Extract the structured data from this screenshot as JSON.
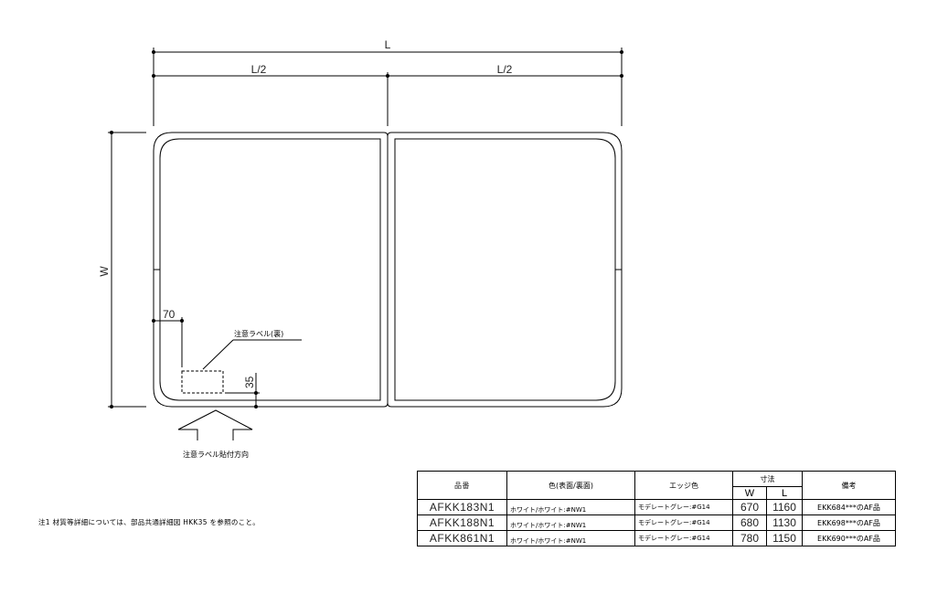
{
  "dimensions": {
    "total_length": "L",
    "half_length_left": "L/2",
    "half_length_right": "L/2",
    "width": "W",
    "offset_x": "70",
    "offset_y": "35"
  },
  "labels": {
    "caution_label_back": "注意ラベル(裏)",
    "caution_label_direction": "注意ラベル貼付方向"
  },
  "note": "注1 材質等詳細については、部品共通詳細図 HKK35 を参照のこと。",
  "table": {
    "headers": {
      "part_no": "品番",
      "color": "色(表面/裏面)",
      "edge_color": "エッジ色",
      "dimensions": "寸法",
      "w": "W",
      "l": "L",
      "remarks": "備考"
    },
    "rows": [
      {
        "part_no": "AFKK183N1",
        "color": "ホワイト/ホワイト:#NW1",
        "edge_color": "モデレートグレー:#G14",
        "w": "670",
        "l": "1160",
        "remarks": "EKK684***のAF品"
      },
      {
        "part_no": "AFKK188N1",
        "color": "ホワイト/ホワイト:#NW1",
        "edge_color": "モデレートグレー:#G14",
        "w": "680",
        "l": "1130",
        "remarks": "EKK698***のAF品"
      },
      {
        "part_no": "AFKK861N1",
        "color": "ホワイト/ホワイト:#NW1",
        "edge_color": "モデレートグレー:#G14",
        "w": "780",
        "l": "1150",
        "remarks": "EKK690***のAF品"
      }
    ]
  }
}
